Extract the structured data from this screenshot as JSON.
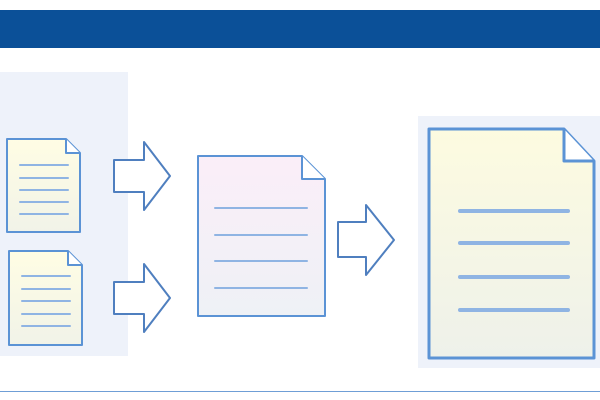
{
  "colors": {
    "header_bar": "#0b5098",
    "panel_fill": "#eef2fa",
    "footer_rule": "#6f9ed6",
    "doc_outline": "#5b93d5",
    "doc_lines": "#8fb4e3",
    "arrow_outline": "#4f7fbf",
    "arrow_fill": "#ffffff",
    "doc_fill_source": "#fbf9de",
    "doc_fill_merged": "#f6eef8",
    "doc_fill_output": "#fbf8e2"
  },
  "diagram": {
    "source_documents": [
      {
        "icon": "document-icon",
        "lines": 5
      },
      {
        "icon": "document-icon",
        "lines": 5
      }
    ],
    "merged_document": {
      "icon": "document-icon",
      "lines": 4
    },
    "output_document": {
      "icon": "document-icon",
      "lines": 4
    },
    "arrows": [
      "right-arrow-icon",
      "right-arrow-icon",
      "right-arrow-icon"
    ]
  }
}
